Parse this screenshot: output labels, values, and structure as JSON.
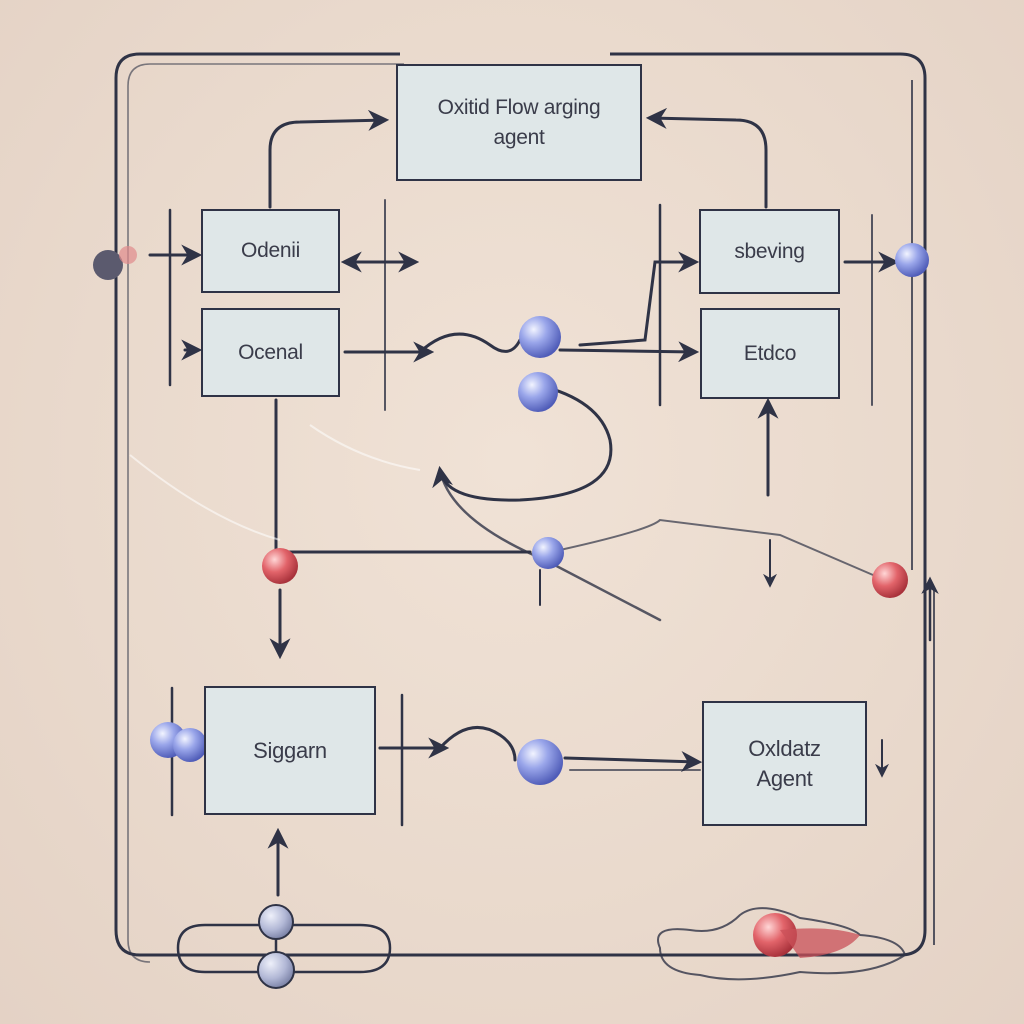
{
  "nodes": {
    "top": {
      "label": "Oxitid Flow arging\nagent"
    },
    "top_left": {
      "label": "Odenii"
    },
    "mid_left": {
      "label": "Ocenal"
    },
    "top_right": {
      "label": "sbeving"
    },
    "mid_right": {
      "label": "Etdco"
    },
    "bottom_left": {
      "label": "Siggarn"
    },
    "bottom_right": {
      "label": "Oxldatz\nAgent"
    }
  },
  "colors": {
    "box_fill": "#dfe7e8",
    "box_border": "#2f3346",
    "line": "#2f3346",
    "node_blue": "#6f7fd6",
    "node_red": "#d9555d",
    "node_gray": "#9aa3c8",
    "background": "#ebdcd0"
  }
}
